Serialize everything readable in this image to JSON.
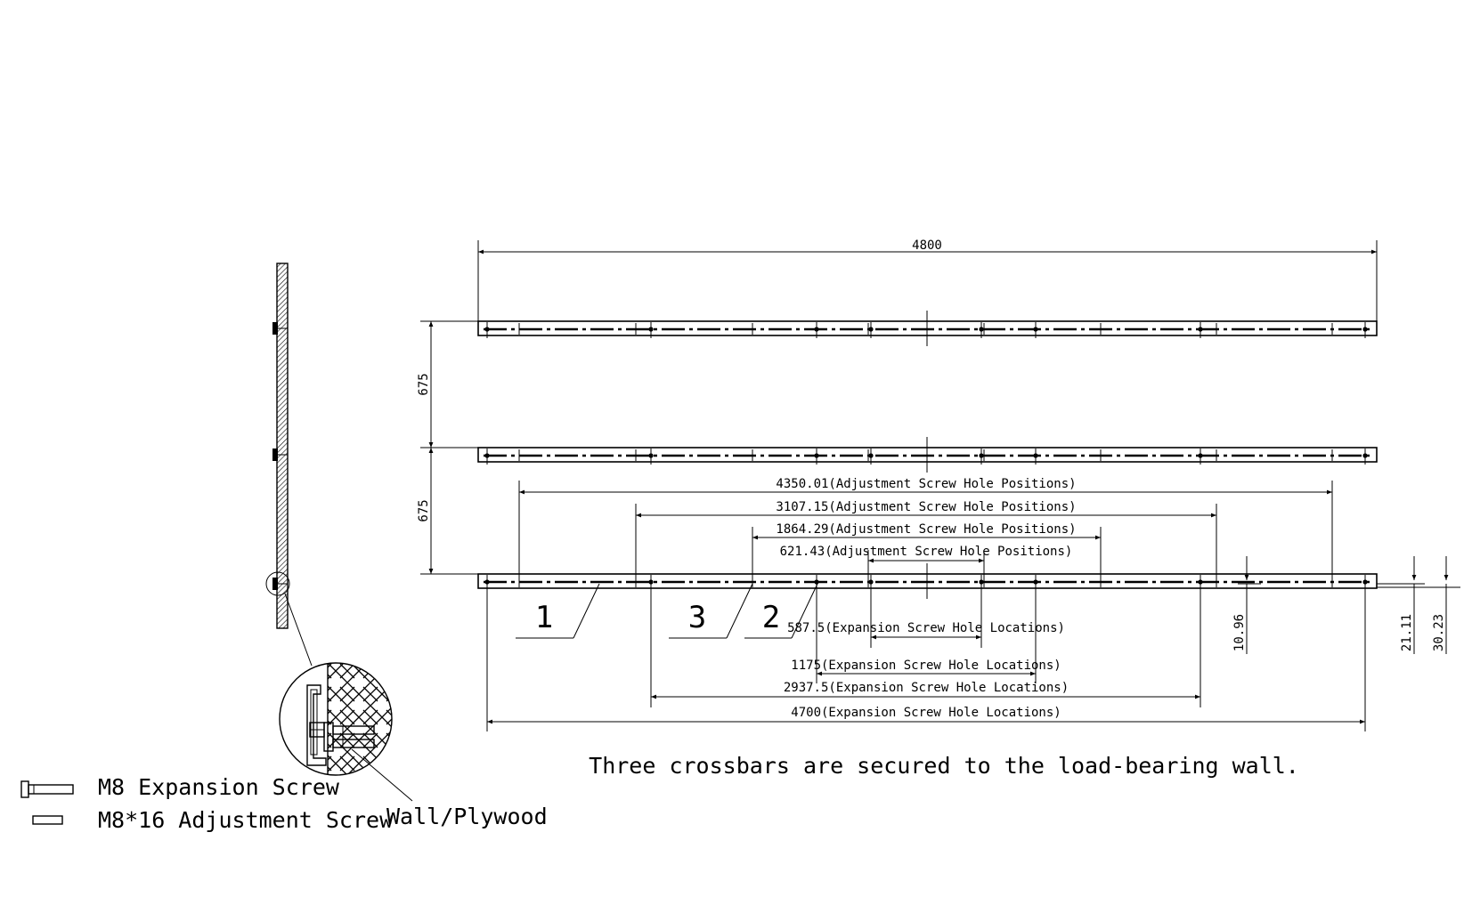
{
  "dimensions": {
    "overall_length": "4800",
    "spacing_top": "675",
    "spacing_bottom": "675",
    "adj_4350": "4350.01(Adjustment Screw Hole Positions)",
    "adj_3107": "3107.15(Adjustment Screw Hole Positions)",
    "adj_1864": "1864.29(Adjustment Screw Hole Positions)",
    "adj_621": "621.43(Adjustment Screw Hole Positions)",
    "exp_587": "587.5(Expansion Screw Hole Locations)",
    "exp_1175": "1175(Expansion Screw Hole Locations)",
    "exp_2937": "2937.5(Expansion Screw Hole Locations)",
    "exp_4700": "4700(Expansion Screw Hole Locations)",
    "offset_1096": "10.96",
    "offset_2111": "21.11",
    "offset_3023": "30.23"
  },
  "callouts": [
    "1",
    "3",
    "2"
  ],
  "note": "Three crossbars are secured to the load-bearing wall.",
  "legend": {
    "expansion_screw": "M8 Expansion Screw",
    "adjustment_screw": "M8*16 Adjustment Screw"
  },
  "detail_label": "Wall/Plywood",
  "colors": {
    "line": "#000000",
    "background": "#ffffff"
  }
}
